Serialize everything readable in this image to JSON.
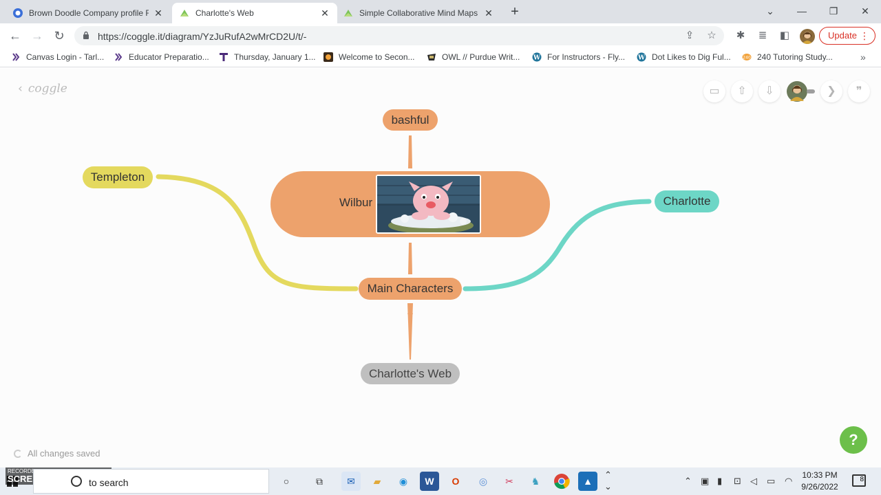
{
  "browser": {
    "tabs": [
      {
        "title": "Brown Doodle Company profile F",
        "active": false
      },
      {
        "title": "Charlotte's Web",
        "active": true
      },
      {
        "title": "Simple Collaborative Mind Maps",
        "active": false
      }
    ],
    "tab_close": "✕",
    "new_tab": "+",
    "window_controls": {
      "list": "⌄",
      "minimize": "—",
      "restore": "❐",
      "close": "✕"
    },
    "url": "https://coggle.it/diagram/YzJuRufA2wMrCD2U/t/-",
    "update_label": "Update",
    "bookmarks": [
      "Canvas Login - Tarl...",
      "Educator Preparatio...",
      "Thursday, January 1...",
      "Welcome to Secon...",
      "OWL // Purdue Writ...",
      "For Instructors - Fly...",
      "Dot Likes to Dig Ful...",
      "240 Tutoring Study..."
    ],
    "bookmarks_more": "»"
  },
  "app": {
    "logo": "coggle",
    "status": "All changes saved",
    "help": "?"
  },
  "mindmap": {
    "root": "Charlotte's Web",
    "main": "Main Characters",
    "wilbur": "Wilbur",
    "bashful": "bashful",
    "templeton": "Templeton",
    "charlotte": "Charlotte",
    "colors": {
      "orange": "#eda26c",
      "yellow": "#e4d95e",
      "teal": "#6dd6c6",
      "gray": "#bfbfbf"
    }
  },
  "taskbar": {
    "search_text": "to search",
    "time": "10:33 PM",
    "date": "9/26/2022",
    "notifications": "8",
    "watermark_top": "RECORDED WITH",
    "watermark_brand": "SCREENCAST-O-MATIC"
  }
}
